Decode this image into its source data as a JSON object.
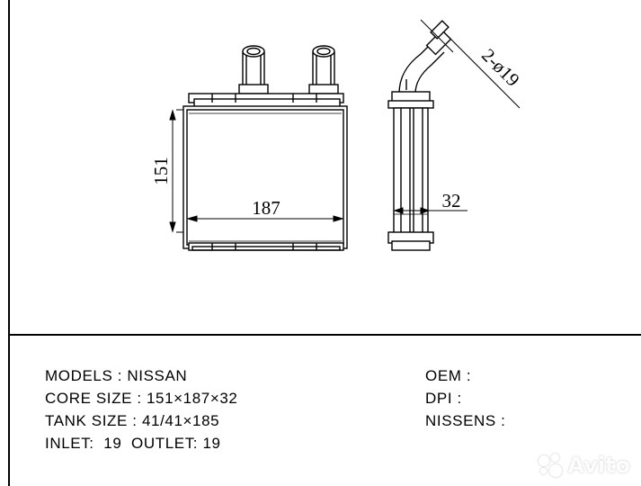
{
  "drawing": {
    "dim_height": "151",
    "dim_width": "187",
    "dim_thickness": "32",
    "dim_pipe": "2-ø19"
  },
  "specs": {
    "models": "MODELS : NISSAN",
    "core_size": "CORE SIZE : 151×187×32",
    "tank_size": "TANK SIZE : 41/41×185",
    "inlet_outlet": "INLET:  19  OUTLET: 19",
    "oem": "OEM :",
    "dpi": "DPI :",
    "nissens": "NISSENS :"
  },
  "watermark": {
    "text": "Avito"
  }
}
